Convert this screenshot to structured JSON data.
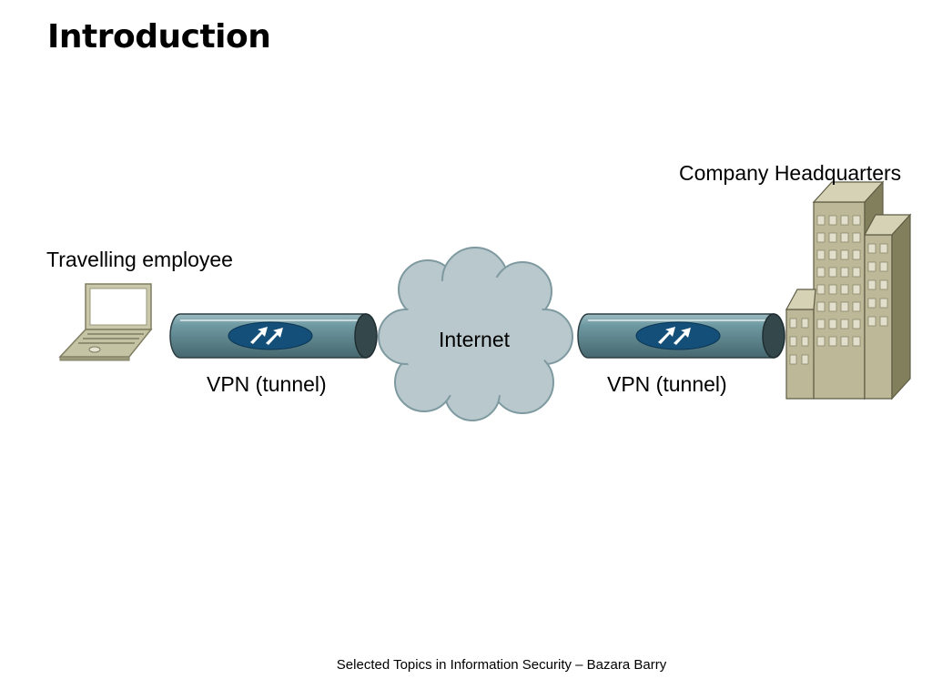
{
  "slide": {
    "title": "Introduction",
    "footer": "Selected Topics in Information Security – Bazara Barry"
  },
  "diagram": {
    "nodes": {
      "employee": {
        "label": "Travelling employee",
        "icon": "laptop-icon"
      },
      "internet": {
        "label": "Internet",
        "icon": "cloud-icon"
      },
      "headquarters": {
        "label": "Company Headquarters",
        "icon": "building-icon"
      }
    },
    "links": [
      {
        "from": "employee",
        "to": "internet",
        "label": "VPN (tunnel)",
        "icon": "vpn-tunnel-icon"
      },
      {
        "from": "internet",
        "to": "headquarters",
        "label": "VPN (tunnel)",
        "icon": "vpn-tunnel-icon"
      }
    ]
  },
  "colors": {
    "tunnel_body": "#5e8891",
    "tunnel_end": "#34484c",
    "tunnel_badge": "#134f78",
    "cloud_fill": "#b8c8cc",
    "cloud_stroke": "#7e9aa0",
    "building_fill": "#bdb898",
    "building_side": "#827f5c",
    "laptop_fill": "#c4c3a4"
  }
}
